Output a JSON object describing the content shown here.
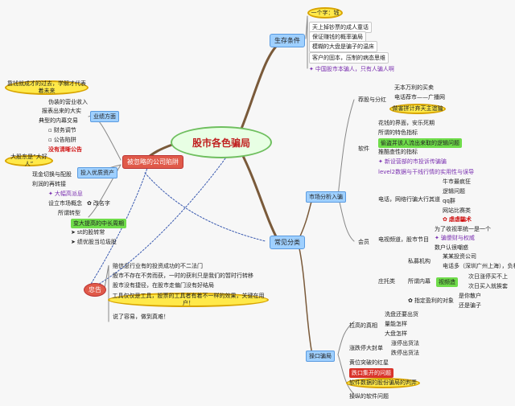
{
  "center": "股市各色骗局",
  "branches": {
    "survival": {
      "title": "生存条件",
      "oval": "一个字：钱",
      "items": [
        "天上掉钞票的成人童话",
        "保证赚钱的概率骗局",
        "模糊的大盘是骗子的温床",
        "客户的固本，压制的病态思维"
      ],
      "footer": "中国股市本骗人，只有人骗人啊"
    },
    "common": {
      "title": "常见分类",
      "group1": {
        "label": "市场分析入骗",
        "sub1": {
          "label": "荐股与分红",
          "items": [
            "无本万利的买卖",
            "电话荐市——广播网"
          ],
          "oval": "做害拼计弃天主谊骗"
        },
        "sub2": {
          "label": "软件",
          "items": [
            "花钱的界面，安乐死期",
            "所谓的特色指标",
            "偷盗并该人流出来取的逻辑问题",
            "推酷查性的指标",
            "新设营部的市投诉传骗骗",
            "level2数据与干线行情的实用性与误导"
          ]
        }
      },
      "group2": {
        "label": "会员",
        "sub1": {
          "label": "电话，网络行骗大行其道",
          "items": [
            "牛市最疯狂",
            "逻辑问题",
            "qq群",
            "网站比赛类",
            "虐虐騙术"
          ]
        },
        "sub2": {
          "label": "电视频道，股市节目",
          "items": [
            "为了收视率统一是一个",
            "骗傻财与权威",
            "数户认很嘲惑"
          ]
        },
        "sub3": {
          "label": "庄托类",
          "inner1": "私募机构",
          "inner1_items": [
            "某某投资公司",
            "电话多（深圳广州上海），负机"
          ],
          "inner2": "所谓内幕",
          "inner2_tag": "视频造",
          "inner2_items": [
            "次日涨停买不上",
            "次日买入就挨套"
          ],
          "inner3": "指定盈利的对象",
          "inner3_items": [
            "是你散户",
            "还是骗子"
          ]
        }
      },
      "group3": {
        "label": "操口骗局",
        "sub1": {
          "label": "拉高的真相",
          "items": [
            "洗盘还要出货",
            "量能怎样",
            "大盘怎样"
          ]
        },
        "sub2": {
          "label": "涨跌停大封单",
          "items": [
            "涨停出货法",
            "跌停出货法"
          ]
        },
        "sub3": {
          "items": [
            "黄位突破的红星",
            "跌口集开的问题",
            "软件数据的股份骗局的判弄",
            "操纵的软件问题"
          ]
        }
      }
    },
    "company": {
      "title": "被忽略的公司陷阱",
      "oval1": "靠钱就成才的过去，学解才代表着未来",
      "g1_label": "业绩方面",
      "g1_items": [
        "伪装的营业收入",
        "报表出来的大实",
        "典型的内幕交易",
        "财务调节",
        "公告陷阱",
        "没有清晰公告"
      ],
      "oval2": "大股东是“大好人”",
      "g2_label": "投入优质资产",
      "g2_items": [
        "现金切换与配股",
        "利润的再转接",
        "大幅高派息"
      ],
      "g3_items": [
        "设立市场概念",
        "改名字",
        "所谓转型"
      ],
      "g4_label": "变大提高的中长周期",
      "g4_items": [
        "st的股转常",
        "绩优股当垃圾股"
      ]
    },
    "closing": {
      "title": "忠告",
      "items": [
        "赔信息行业有的投资成功的不二法门",
        "股市不存在不劳而获，一时的获利只是我们的暂时行转移",
        "股市没有捷径，在股市走偏门没有好结局"
      ],
      "highlight": "工具仅仅是工具，股票的工具者有着不一样的效果，关键在用户！",
      "last": "说了容易，做到真难！"
    }
  }
}
